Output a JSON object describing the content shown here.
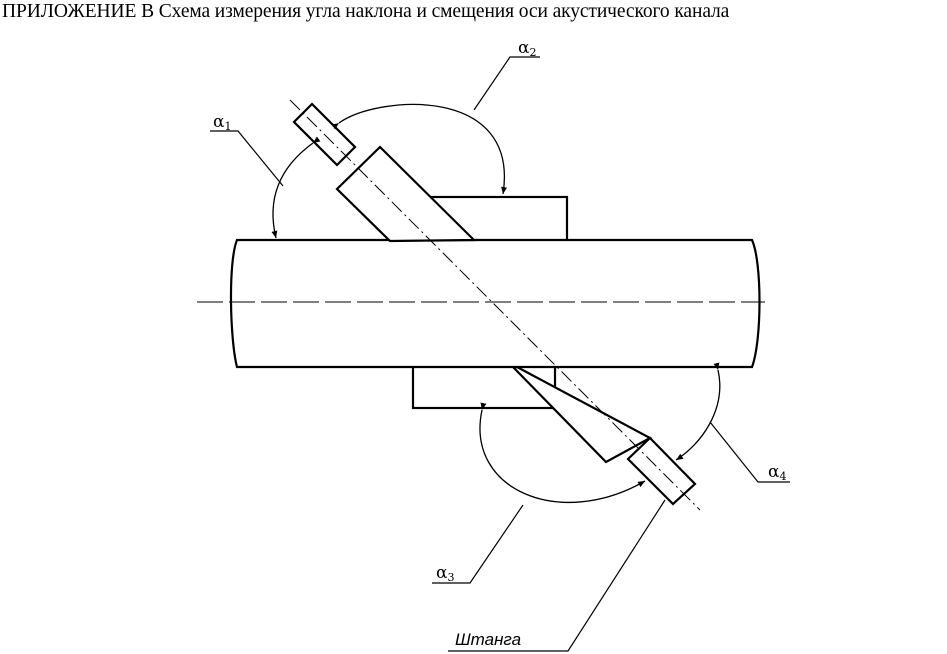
{
  "title": "ПРИЛОЖЕНИЕ В  Схема измерения угла наклона и смещения оси акустического канала",
  "angles": [
    {
      "symbol": "α",
      "index": "1"
    },
    {
      "symbol": "α",
      "index": "2"
    },
    {
      "symbol": "α",
      "index": "3"
    },
    {
      "symbol": "α",
      "index": "4"
    }
  ],
  "rod_label": "Штанга",
  "colors": {
    "line": "#000000",
    "background": "#ffffff"
  }
}
